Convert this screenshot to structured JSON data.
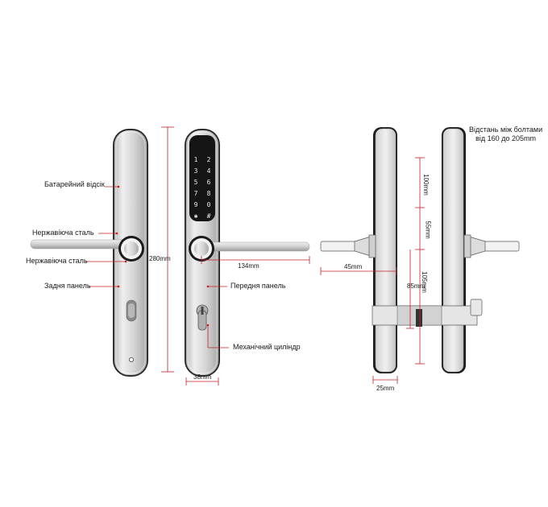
{
  "labels": {
    "battery_compartment": "Батарейний відсік",
    "stainless_steel_1": "Нержавіюча сталь",
    "stainless_steel_2": "Нержавіюча сталь",
    "back_panel": "Задня панель",
    "front_panel": "Передня панель",
    "mechanical_cylinder": "Механічний циліндр"
  },
  "dimensions": {
    "height": "280mm",
    "handle_length": "134mm",
    "width": "38mm",
    "handle_offset": "45mm",
    "thickness": "25mm",
    "dim_100": "100mm",
    "dim_55": "55mm",
    "dim_105": "105mm",
    "dim_85": "85mm"
  },
  "note": {
    "line1": "Відстань між болтами",
    "line2": "від 160 до 205mm"
  },
  "keypad": {
    "left": [
      "1",
      "3",
      "5",
      "7",
      "9",
      "✱"
    ],
    "right": [
      "2",
      "4",
      "6",
      "8",
      "0",
      "#"
    ]
  },
  "colors": {
    "steel": "#d9d9d9",
    "dim_line": "#c8202a",
    "keypad": "#1a1a1a",
    "leader_dot": "#c8202a"
  }
}
